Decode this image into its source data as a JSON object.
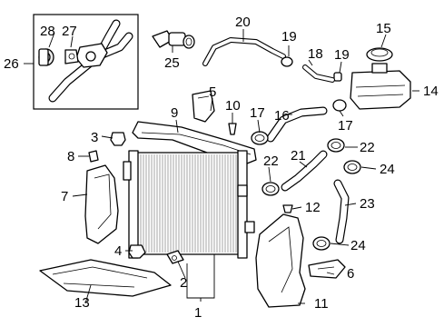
{
  "callouts": [
    {
      "id": "1",
      "label": "1"
    },
    {
      "id": "2",
      "label": "2"
    },
    {
      "id": "3",
      "label": "3"
    },
    {
      "id": "4",
      "label": "4"
    },
    {
      "id": "5",
      "label": "5"
    },
    {
      "id": "6",
      "label": "6"
    },
    {
      "id": "7",
      "label": "7"
    },
    {
      "id": "8",
      "label": "8"
    },
    {
      "id": "9",
      "label": "9"
    },
    {
      "id": "10",
      "label": "10"
    },
    {
      "id": "11",
      "label": "11"
    },
    {
      "id": "12",
      "label": "12"
    },
    {
      "id": "13",
      "label": "13"
    },
    {
      "id": "14",
      "label": "14"
    },
    {
      "id": "15",
      "label": "15"
    },
    {
      "id": "16",
      "label": "16"
    },
    {
      "id": "17a",
      "label": "17"
    },
    {
      "id": "17b",
      "label": "17"
    },
    {
      "id": "18",
      "label": "18"
    },
    {
      "id": "19a",
      "label": "19"
    },
    {
      "id": "19b",
      "label": "19"
    },
    {
      "id": "20",
      "label": "20"
    },
    {
      "id": "21",
      "label": "21"
    },
    {
      "id": "22a",
      "label": "22"
    },
    {
      "id": "22b",
      "label": "22"
    },
    {
      "id": "23",
      "label": "23"
    },
    {
      "id": "24a",
      "label": "24"
    },
    {
      "id": "24b",
      "label": "24"
    },
    {
      "id": "25",
      "label": "25"
    },
    {
      "id": "26",
      "label": "26"
    },
    {
      "id": "27",
      "label": "27"
    },
    {
      "id": "28",
      "label": "28"
    }
  ]
}
